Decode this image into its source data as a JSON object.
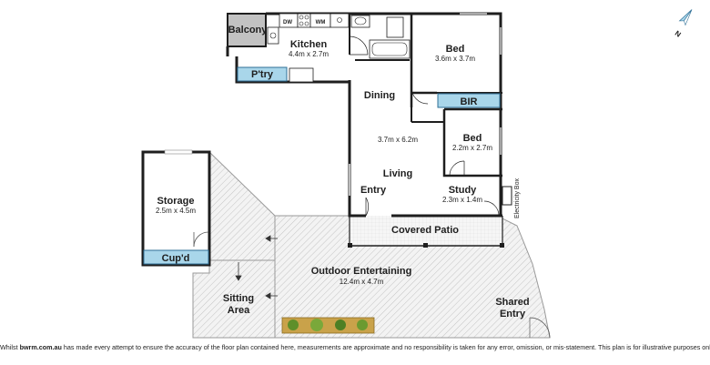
{
  "rooms": {
    "balcony": "Balcony",
    "kitchen": {
      "name": "Kitchen",
      "dims": "4.4m x 2.7m"
    },
    "pantry": "P'try",
    "dishwasher": "DW",
    "washing_machine": "WM",
    "bed1": {
      "name": "Bed",
      "dims": "3.6m x 3.7m"
    },
    "bir": "BIR",
    "dining": "Dining",
    "living_dims": "3.7m x 6.2m",
    "living": "Living",
    "bed2": {
      "name": "Bed",
      "dims": "2.2m x 2.7m"
    },
    "entry": "Entry",
    "study": {
      "name": "Study",
      "dims": "2.3m x 1.4m"
    },
    "electricity_box": "Electricity Box",
    "covered_patio": "Covered Patio",
    "storage": {
      "name": "Storage",
      "dims": "2.5m x 4.5m"
    },
    "cupboard": "Cup'd",
    "outdoor": {
      "name": "Outdoor Entertaining",
      "dims": "12.4m x 4.7m"
    },
    "sitting_area": {
      "line1": "Sitting",
      "line2": "Area"
    },
    "shared_entry": {
      "line1": "Shared",
      "line2": "Entry"
    }
  },
  "compass": {
    "label": "N"
  },
  "disclaimer": {
    "prefix": "Whilst ",
    "brand": "bwrm.com.au",
    "text": " has made every attempt to ensure the accuracy of the floor plan contained here, measurements are approximate and no responsibility is taken for any error, omission, or mis-statement. This plan is for illustrative purposes only."
  },
  "colors": {
    "wall": "#1e1e1e",
    "storage_blue": "#a9d6ea",
    "storage_blue_border": "#2e6f96",
    "balcony_gray": "#c2c2c2",
    "hatch": "#bcbcbc",
    "planter": "#6b8e2a"
  }
}
